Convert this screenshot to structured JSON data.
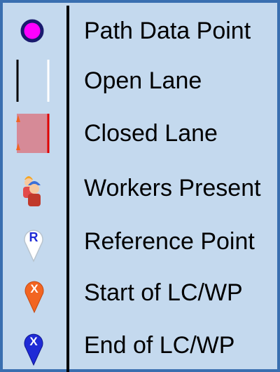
{
  "legend": {
    "items": [
      {
        "icon": "magenta-circle-icon",
        "label": "Path Data Point"
      },
      {
        "icon": "open-lane-icon",
        "label": "Open Lane"
      },
      {
        "icon": "closed-lane-icon",
        "label": "Closed Lane"
      },
      {
        "icon": "workers-icon",
        "label": "Workers Present"
      },
      {
        "icon": "reference-pin-icon",
        "label": "Reference Point",
        "marker": "R"
      },
      {
        "icon": "start-pin-icon",
        "label": "Start of LC/WP",
        "marker": "X"
      },
      {
        "icon": "end-pin-icon",
        "label": "End of LC/WP",
        "marker": "X"
      }
    ]
  },
  "colors": {
    "background": "#c4d9ee",
    "border": "#3a6fb0",
    "path_point_fill": "#ff00ff",
    "path_point_ring": "#1a1a6e",
    "closed_lane_fill": "#d68a97",
    "closed_lane_edge": "#e00000",
    "start_pin": "#f26522",
    "end_pin": "#1f2bd6",
    "reference_pin": "#ffffff"
  }
}
